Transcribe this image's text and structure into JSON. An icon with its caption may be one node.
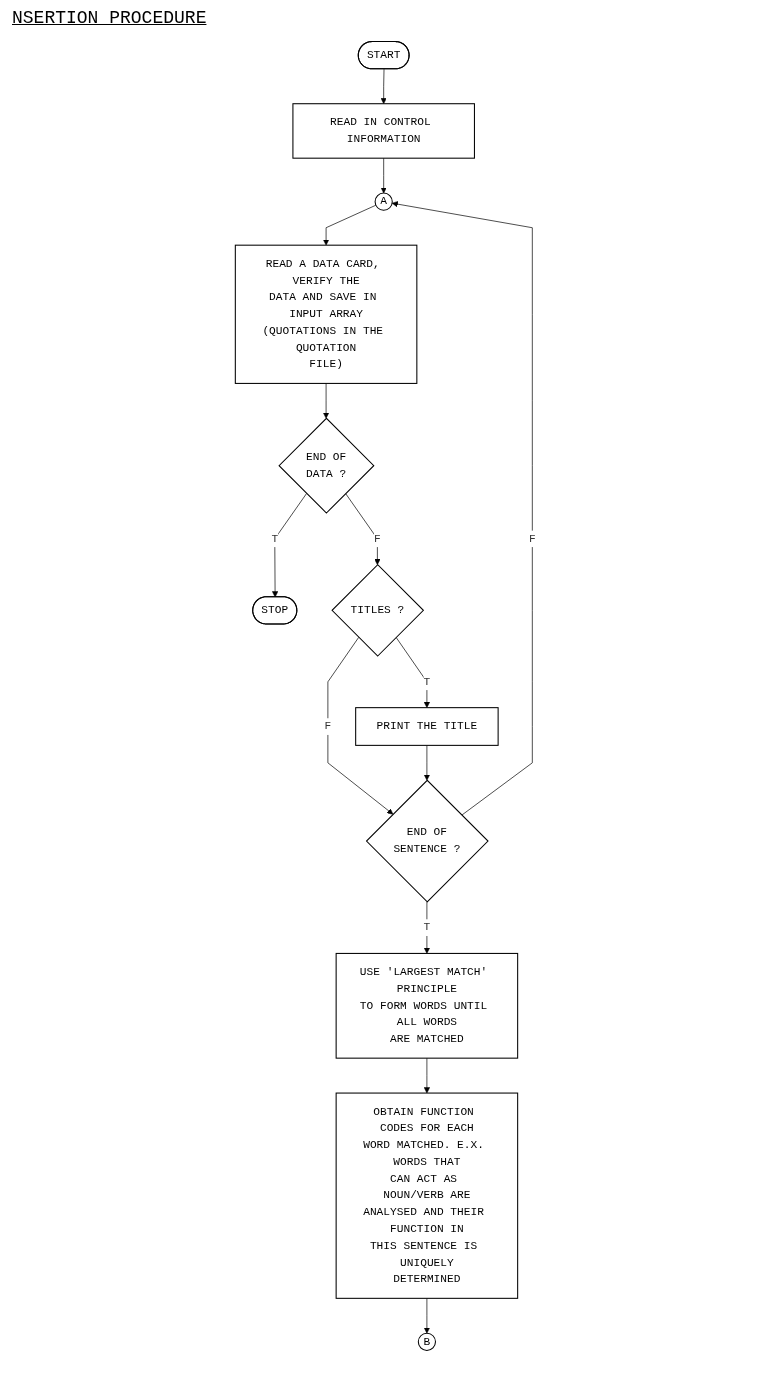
{
  "diagram": {
    "title": "NSERTION PROCEDURE",
    "nodes": [
      {
        "text": [
          "START"
        ]
      },
      {
        "text": [
          "READ IN CONTROL INFORMATION"
        ]
      },
      {
        "text": [
          "A"
        ]
      },
      {
        "text": [
          "READ A DATA CARD, VERIFY THE DATA AND SAVE IN INPUT ARRAY (QUOTATIONS IN THE QUOTATION FILE)"
        ]
      },
      {
        "text": [
          "END OF DATA ?"
        ]
      },
      {
        "text": [
          "STOP"
        ]
      },
      {
        "text": [
          "TITLES ?"
        ]
      },
      {
        "text": [
          "PRINT THE TITLE"
        ]
      },
      {
        "text": [
          "END OF SENTENCE ?"
        ]
      },
      {
        "text": [
          "USE 'LARGEST MATCH' PRINCIPLE TO FORM WORDS UNTIL ALL WORDS ARE MATCHED"
        ]
      },
      {
        "text": [
          "OBTAIN FUNCTION CODES FOR EACH WORD MATCHED. E.X. WORDS THAT CAN ACT AS NOUN/VERB ARE ANALYSED AND THEIR FUNCTION IN THIS SENTENCE IS UNIQUELY DETERMINED"
        ]
      },
      {
        "text": [
          "B"
        ]
      }
    ],
    "edges": [
      {
        "from": 0,
        "to": 1,
        "arrow": "to"
      },
      {
        "from": 1,
        "to": 2,
        "arrow": "to"
      },
      {
        "from": 2,
        "to": 3,
        "arrow": "to"
      },
      {
        "from": 3,
        "to": 4,
        "arrow": "to"
      },
      {
        "from": 4,
        "to": 5,
        "arrow": "to",
        "label": "T"
      },
      {
        "from": 4,
        "to": 6,
        "arrow": "to",
        "label": "F"
      },
      {
        "from": 6,
        "to": 7,
        "arrow": "to",
        "label": "T"
      },
      {
        "from": 6,
        "to": 8,
        "arrow": "to",
        "label": "F"
      },
      {
        "from": 7,
        "to": 8,
        "arrow": "to"
      },
      {
        "from": 8,
        "to": 2,
        "arrow": "to",
        "label": "F"
      },
      {
        "from": 8,
        "to": 9,
        "arrow": "to",
        "label": "T"
      },
      {
        "from": 9,
        "to": 10,
        "arrow": "to"
      },
      {
        "from": 10,
        "to": 11,
        "arrow": "to"
      }
    ]
  }
}
